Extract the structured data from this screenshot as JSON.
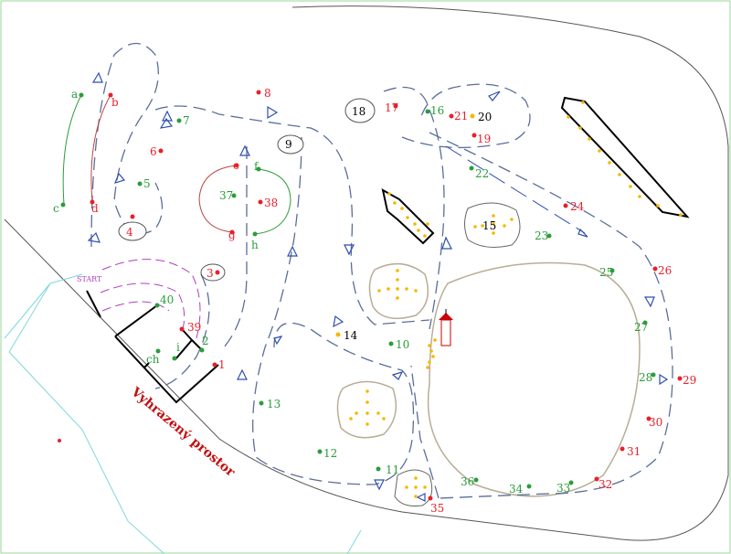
{
  "colors": {
    "red": "#e8202a",
    "green": "#2a9d3a",
    "orange": "#f5b800",
    "path": "#5a6e9a",
    "arrow": "#2f4fb0",
    "start": "#b040c0",
    "zone": "#c01010",
    "border": "#7fd8dc"
  },
  "start_label": "START",
  "zone_label": "Vyhrazený prostor",
  "controls": [
    {
      "label": "a",
      "color": "green"
    },
    {
      "label": "b",
      "color": "red"
    },
    {
      "label": "c",
      "color": "green"
    },
    {
      "label": "d",
      "color": "red"
    },
    {
      "label": "e",
      "color": "red"
    },
    {
      "label": "f",
      "color": "green"
    },
    {
      "label": "g",
      "color": "red"
    },
    {
      "label": "h",
      "color": "green"
    },
    {
      "label": "i",
      "color": "green"
    },
    {
      "label": "ch",
      "color": "green"
    },
    {
      "label": "1",
      "color": "red"
    },
    {
      "label": "2",
      "color": "green"
    },
    {
      "label": "3",
      "color": "red"
    },
    {
      "label": "4",
      "color": "red"
    },
    {
      "label": "5",
      "color": "green"
    },
    {
      "label": "6",
      "color": "red"
    },
    {
      "label": "7",
      "color": "green"
    },
    {
      "label": "8",
      "color": "red"
    },
    {
      "label": "9",
      "color": "black"
    },
    {
      "label": "10",
      "color": "green"
    },
    {
      "label": "11",
      "color": "green"
    },
    {
      "label": "12",
      "color": "green"
    },
    {
      "label": "13",
      "color": "green"
    },
    {
      "label": "14",
      "color": "black"
    },
    {
      "label": "15",
      "color": "black"
    },
    {
      "label": "16",
      "color": "green"
    },
    {
      "label": "17",
      "color": "red"
    },
    {
      "label": "18",
      "color": "black"
    },
    {
      "label": "19",
      "color": "red"
    },
    {
      "label": "20",
      "color": "black"
    },
    {
      "label": "21",
      "color": "red"
    },
    {
      "label": "22",
      "color": "green"
    },
    {
      "label": "23",
      "color": "green"
    },
    {
      "label": "24",
      "color": "red"
    },
    {
      "label": "25",
      "color": "green"
    },
    {
      "label": "26",
      "color": "red"
    },
    {
      "label": "27",
      "color": "green"
    },
    {
      "label": "28",
      "color": "green"
    },
    {
      "label": "29",
      "color": "red"
    },
    {
      "label": "30",
      "color": "red"
    },
    {
      "label": "31",
      "color": "red"
    },
    {
      "label": "32",
      "color": "red"
    },
    {
      "label": "33",
      "color": "green"
    },
    {
      "label": "34",
      "color": "green"
    },
    {
      "label": "35",
      "color": "red"
    },
    {
      "label": "36",
      "color": "green"
    },
    {
      "label": "37",
      "color": "green"
    },
    {
      "label": "38",
      "color": "red"
    },
    {
      "label": "39",
      "color": "red"
    },
    {
      "label": "40",
      "color": "green"
    }
  ]
}
